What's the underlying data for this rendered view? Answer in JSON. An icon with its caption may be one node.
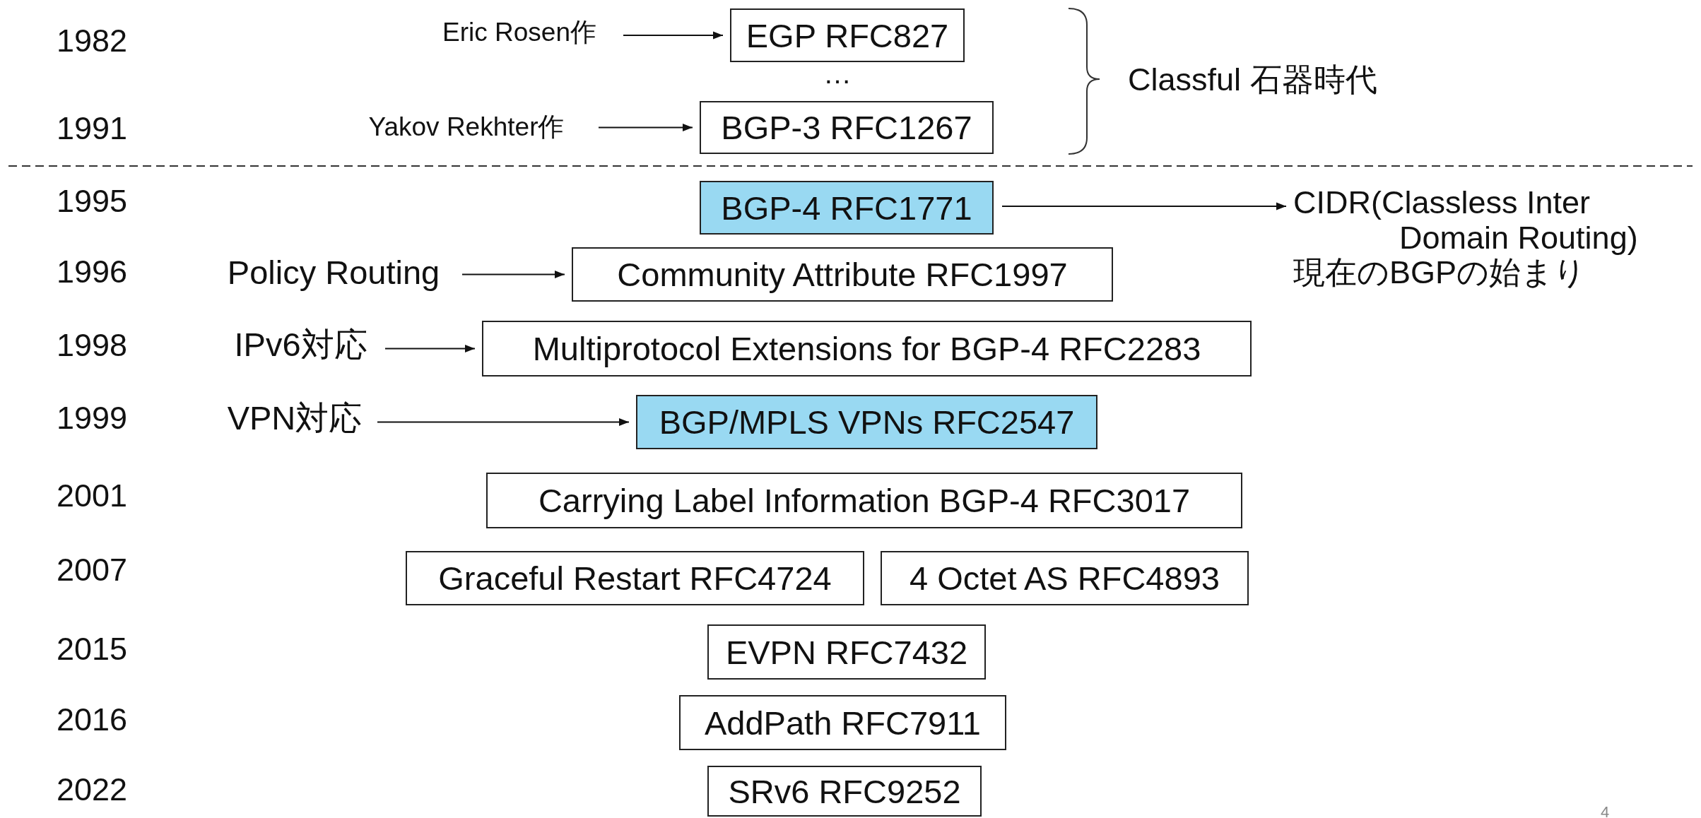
{
  "diagram": {
    "nodes": [
      {
        "text": [
          "Eric Rosen作"
        ]
      },
      {
        "text": [
          "EGP RFC827"
        ]
      },
      {
        "text": [
          "Yakov Rekhter作"
        ]
      },
      {
        "text": [
          "BGP-3 RFC1267"
        ]
      },
      {
        "text": [
          "BGP-4 RFC1771"
        ]
      },
      {
        "text": [
          "CIDR(Classless Inter Domain Routing)",
          "現在のBGPの始まり"
        ]
      },
      {
        "text": [
          "Policy Routing"
        ]
      },
      {
        "text": [
          "Community Attribute RFC1997"
        ]
      },
      {
        "text": [
          "IPv6対応"
        ]
      },
      {
        "text": [
          "Multiprotocol Extensions for BGP-4 RFC2283"
        ]
      },
      {
        "text": [
          "VPN対応"
        ]
      },
      {
        "text": [
          "BGP/MPLS VPNs RFC2547"
        ]
      },
      {
        "text": [
          "Carrying Label Information BGP-4 RFC3017"
        ]
      },
      {
        "text": [
          "Graceful Restart RFC4724"
        ]
      },
      {
        "text": [
          "4 Octet AS RFC4893"
        ]
      },
      {
        "text": [
          "EVPN RFC7432"
        ]
      },
      {
        "text": [
          "AddPath RFC7911"
        ]
      },
      {
        "text": [
          "SRv6 RFC9252"
        ]
      }
    ],
    "edges": [
      {
        "from": 0,
        "to": 1,
        "arrow": "to"
      },
      {
        "from": 2,
        "to": 3,
        "arrow": "to"
      },
      {
        "from": 4,
        "to": 5,
        "arrow": "to"
      },
      {
        "from": 6,
        "to": 7,
        "arrow": "to"
      },
      {
        "from": 8,
        "to": 9,
        "arrow": "to"
      },
      {
        "from": 10,
        "to": 11,
        "arrow": "to"
      }
    ],
    "labels": [
      "1982",
      "…",
      "Classful 石器時代",
      "1991",
      "1995",
      "1996",
      "1998",
      "1999",
      "2001",
      "2007",
      "2015",
      "2016",
      "2022",
      "4"
    ]
  }
}
